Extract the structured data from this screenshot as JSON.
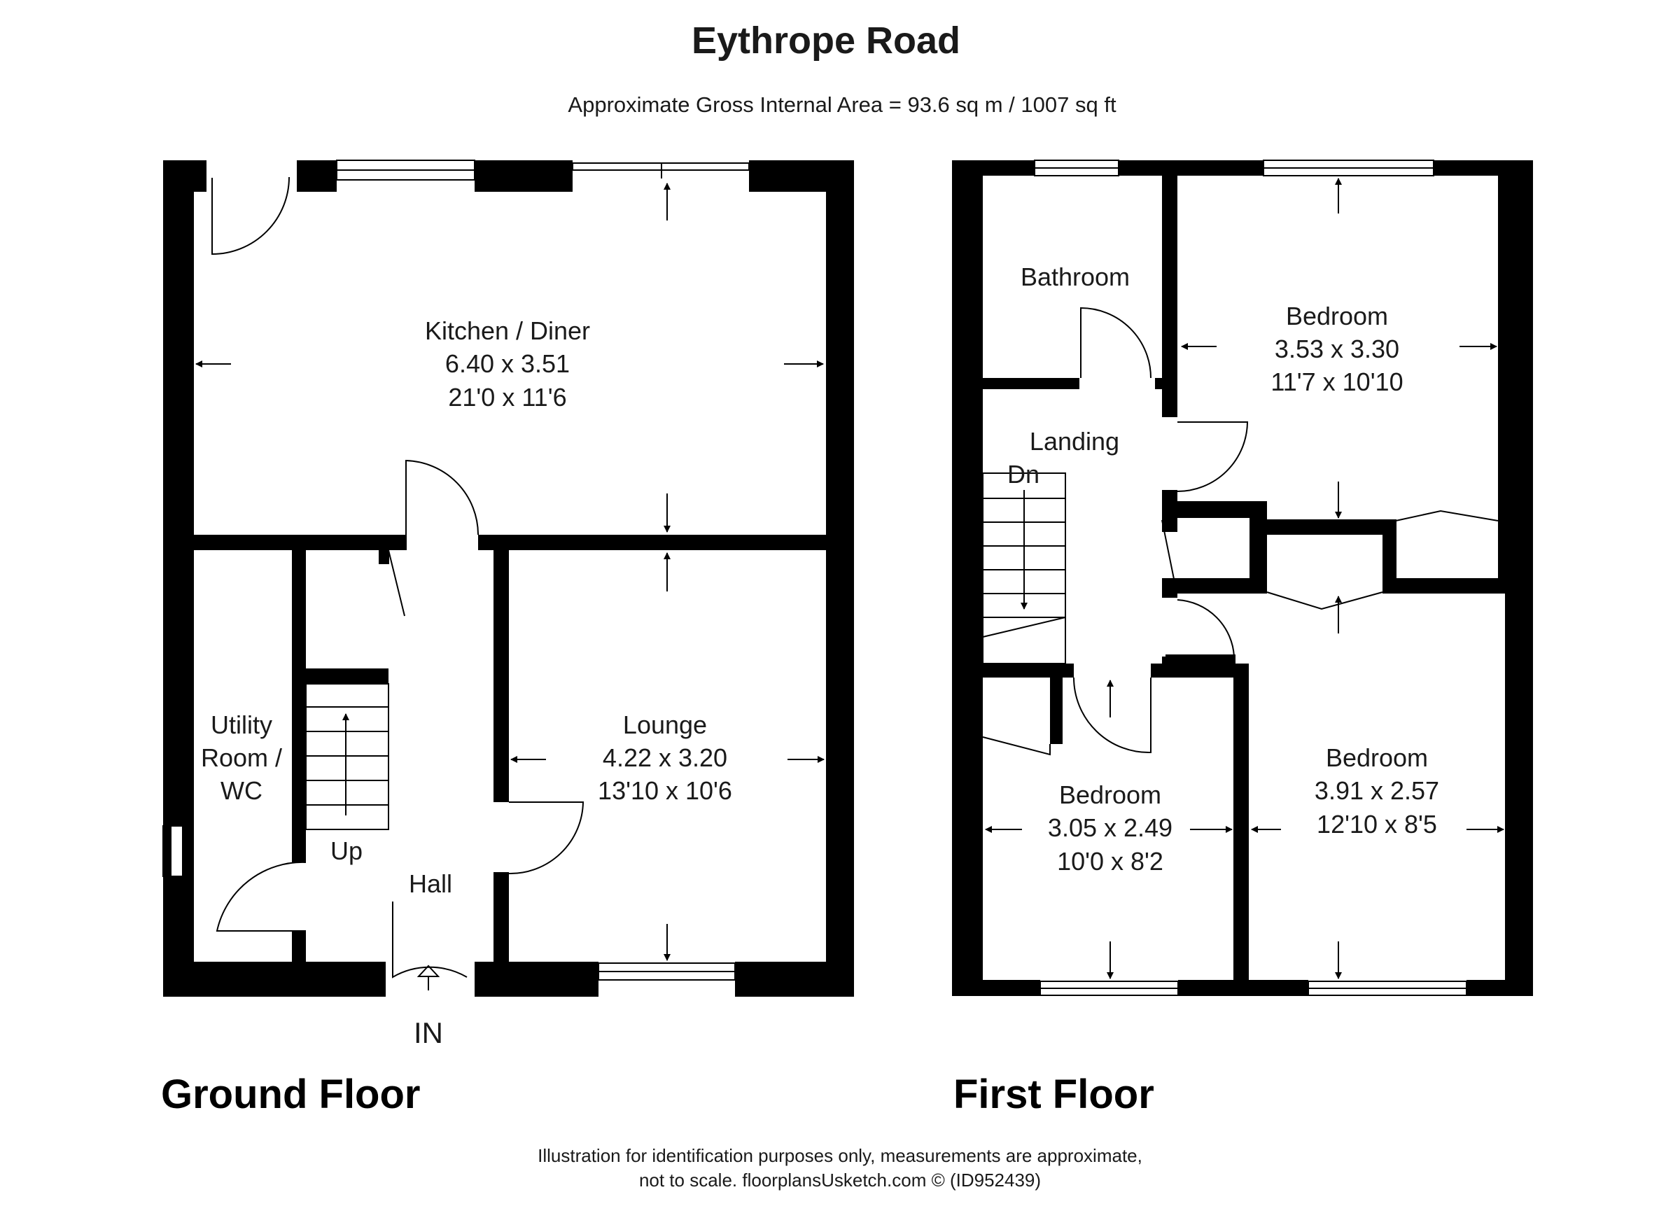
{
  "header": {
    "title": "Eythrope Road",
    "area": "Approximate Gross Internal Area = 93.6 sq m / 1007 sq ft"
  },
  "ground_floor": {
    "label": "Ground Floor",
    "rooms": {
      "kitchen": {
        "name": "Kitchen / Diner",
        "metric": "6.40 x 3.51",
        "imperial": "21'0 x 11'6"
      },
      "lounge": {
        "name": "Lounge",
        "metric": "4.22 x 3.20",
        "imperial": "13'10 x 10'6"
      },
      "utility": {
        "line1": "Utility",
        "line2": "Room /",
        "line3": "WC"
      },
      "hall": {
        "name": "Hall"
      },
      "stairs": {
        "label": "Up"
      }
    },
    "entrance": "IN"
  },
  "first_floor": {
    "label": "First Floor",
    "rooms": {
      "bathroom": {
        "name": "Bathroom"
      },
      "landing": {
        "name": "Landing"
      },
      "stairs": {
        "label": "Dn"
      },
      "bedroom1": {
        "name": "Bedroom",
        "metric": "3.53 x 3.30",
        "imperial": "11'7 x 10'10"
      },
      "bedroom2": {
        "name": "Bedroom",
        "metric": "3.91 x 2.57",
        "imperial": "12'10 x 8'5"
      },
      "bedroom3": {
        "name": "Bedroom",
        "metric": "3.05 x 2.49",
        "imperial": "10'0 x 8'2"
      }
    }
  },
  "footer": {
    "line1": "Illustration for identification purposes only, measurements are approximate,",
    "line2": "not to scale. floorplansUsketch.com © (ID952439)"
  }
}
